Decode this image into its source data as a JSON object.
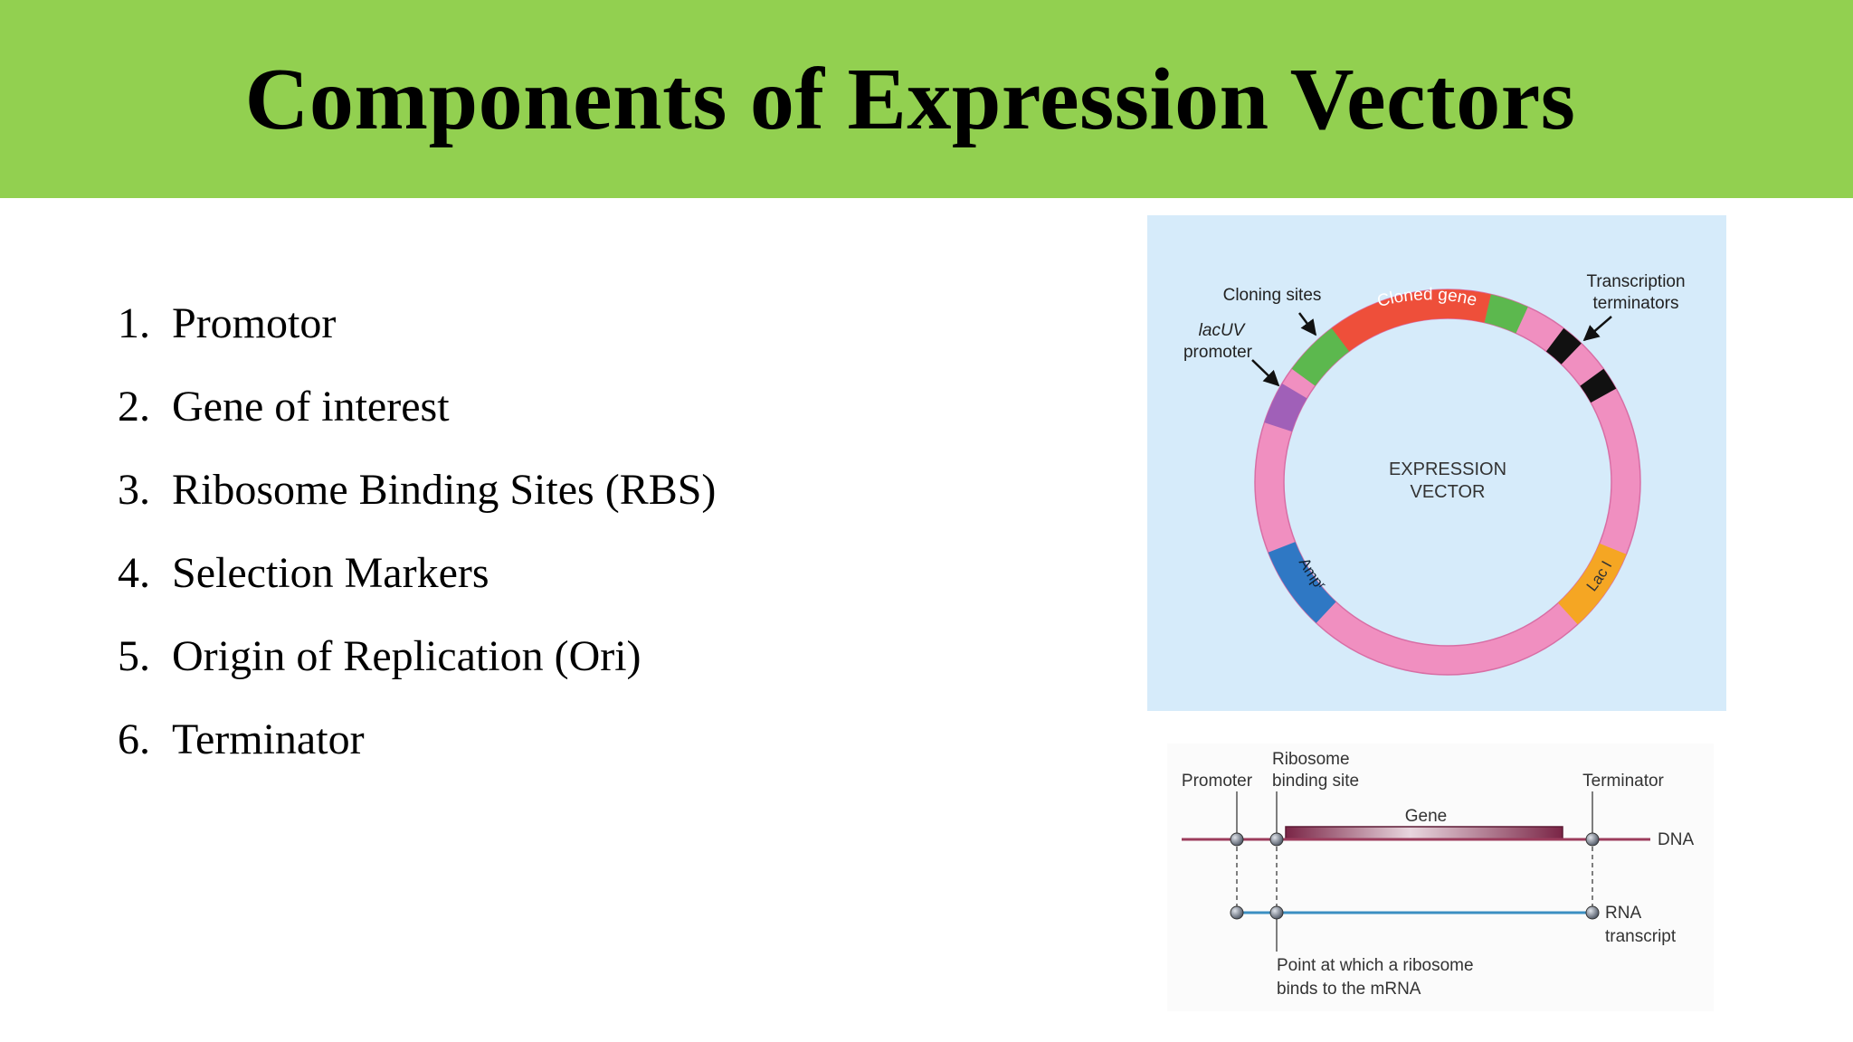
{
  "title": "Components of Expression Vectors",
  "items": [
    {
      "num": "1.",
      "text": "Promotor"
    },
    {
      "num": "2.",
      "text": "Gene of interest"
    },
    {
      "num": "3.",
      "text": "Ribosome Binding Sites (RBS)"
    },
    {
      "num": "4.",
      "text": "Selection Markers"
    },
    {
      "num": "5.",
      "text": "Origin of Replication (Ori)"
    },
    {
      "num": "6.",
      "text": "Terminator"
    }
  ],
  "vector_diagram": {
    "center_label_1": "EXPRESSION",
    "center_label_2": "VECTOR",
    "cloning_sites": "Cloning sites",
    "lacuv_1": "lacUV",
    "lacuv_2": "promoter",
    "transcription_1": "Transcription",
    "transcription_2": "terminators",
    "cloned_gene": "Cloned gene",
    "ampr": "Ampʳ",
    "laci": "Lac I",
    "colors": {
      "background": "#d6ebfa",
      "ring": "#f08fc0",
      "cloned_gene": "#ee4f3a",
      "cloning_sites": "#5cb84e",
      "promoter": "#9b59b6",
      "terminators": "#111111",
      "ampr": "#2f78c4",
      "laci": "#f5a623"
    }
  },
  "cassette_diagram": {
    "promoter": "Promoter",
    "rbs_1": "Ribosome",
    "rbs_2": "binding site",
    "terminator": "Terminator",
    "gene": "Gene",
    "dna": "DNA",
    "rna_1": "RNA",
    "rna_2": "transcript",
    "point_1": "Point at which a ribosome",
    "point_2": "binds to the mRNA",
    "colors": {
      "dna": "#9c3c5c",
      "rna": "#3b8fc2"
    }
  },
  "colors": {
    "header": "#92d050"
  }
}
